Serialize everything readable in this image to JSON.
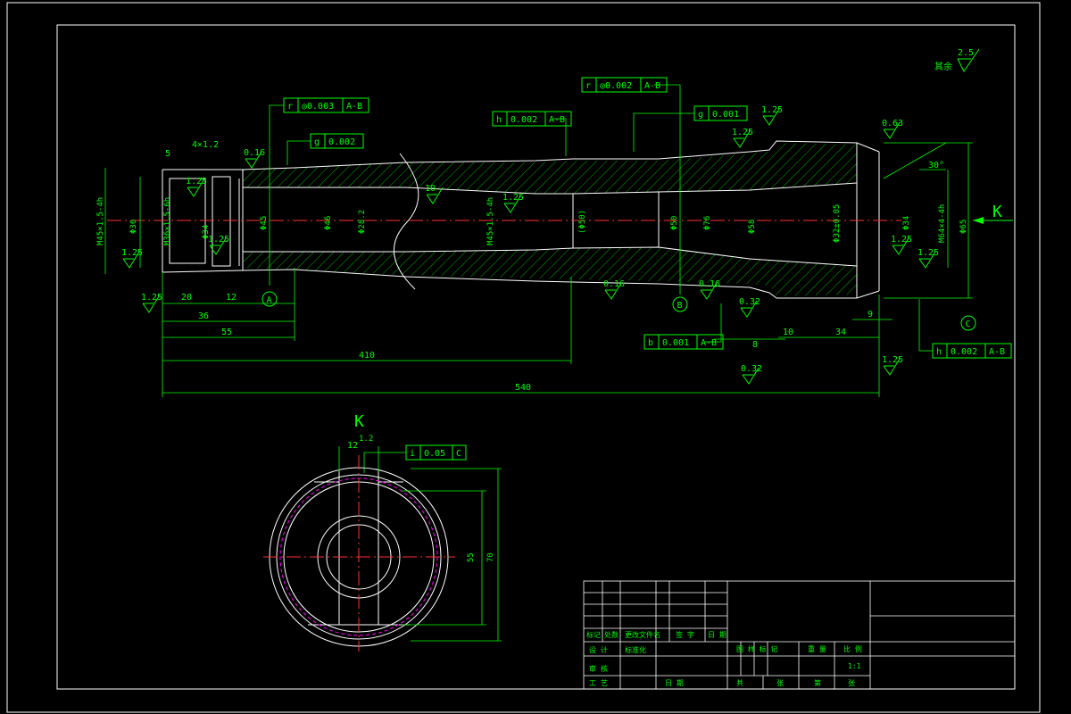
{
  "view_label": "K",
  "roughness_general": {
    "label": "其余",
    "value": "2.5"
  },
  "frames": [
    {
      "letter": "r",
      "value": "◎0.003",
      "datum": "A-B"
    },
    {
      "letter": "g",
      "value": "0.002",
      "datum": ""
    },
    {
      "letter": "h",
      "value": "0.002",
      "datum": "A-B"
    },
    {
      "letter": "r",
      "value": "◎0.002",
      "datum": "A-B"
    },
    {
      "letter": "g",
      "value": "0.001",
      "datum": ""
    },
    {
      "letter": "b",
      "value": "0.001",
      "datum": "A-B"
    },
    {
      "letter": "h",
      "value": "0.002",
      "datum": "A-B"
    },
    {
      "letter": "i",
      "value": "0.05",
      "datum": "C"
    }
  ],
  "datums": [
    "A",
    "B",
    "C"
  ],
  "dims": {
    "d5": "5",
    "d4x12": "4×1.2",
    "d20": "20",
    "d12": "12",
    "d36": "36",
    "d55": "55",
    "d410": "410",
    "d540": "540",
    "d8": "8",
    "d10": "10",
    "d34": "34",
    "d9": "9",
    "d55k": "55",
    "d70k": "70",
    "d12k": "12",
    "d1_2k": "1.2"
  },
  "vdims": {
    "m45": "M45×1.5-4h",
    "m36": "M36×1.5-6h",
    "phi36": "Φ36",
    "phi34a": "Φ34",
    "phi45": "Φ45",
    "phi46": "Φ46",
    "phi282": "Φ28.2",
    "m45b": "M45×1.5-4h",
    "phi50a": "(Φ50)",
    "phi50": "Φ50",
    "phi76": "Φ76",
    "phi58": "Φ58",
    "phi32": "Φ32±0.05",
    "phi34b": "Φ34",
    "m64": "M64×4-4h",
    "phi65": "Φ65"
  },
  "rough": {
    "r016a": "0.16",
    "r125a": "1.25",
    "r125b": "1.25",
    "r125c": "1.25",
    "r125d": "1.25",
    "r10": "10",
    "r125e": "1.25",
    "r016b": "0.16",
    "r016c": "0.16",
    "r032a": "0.32",
    "r032b": "0.32",
    "r125f": "1.25",
    "r125g": "1.25",
    "r063": "0.63",
    "r125h": "1.25",
    "r125i": "1.25",
    "r125j": "1.25"
  },
  "angle": "30°",
  "title_block": {
    "c1": "标记",
    "c2": "处数",
    "c3": "更改文件名",
    "c4": "签 字",
    "c5": "日 期",
    "design": "设 计",
    "standard": "标准化",
    "check": "审 核",
    "process": "工 艺",
    "date": "日 期",
    "stage": "图 样 标 记",
    "weight": "重 量",
    "scale_label": "比 例",
    "scale": "1:1",
    "total": "共",
    "sheet": "张",
    "no": "第",
    "sheet2": "张"
  }
}
